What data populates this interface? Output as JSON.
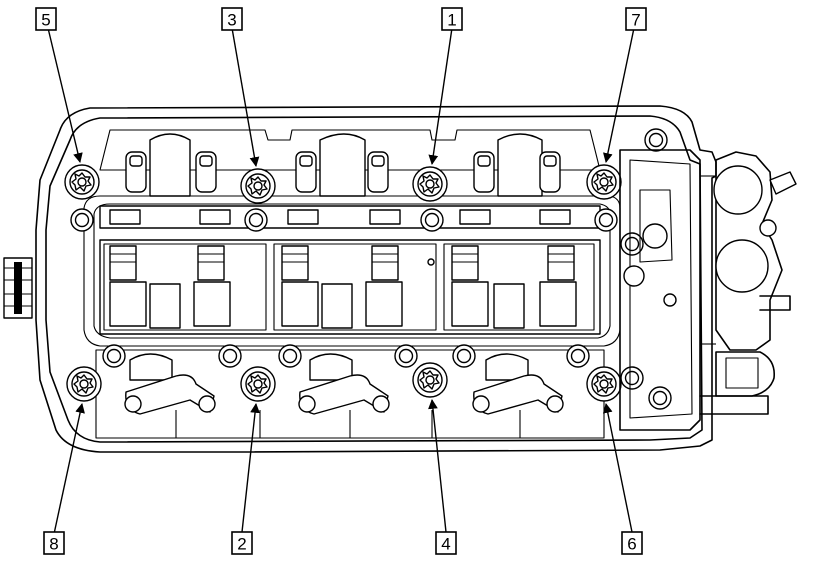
{
  "colors": {
    "line": "#000000",
    "background": "#ffffff"
  },
  "callouts": [
    {
      "id": "5",
      "label": "5"
    },
    {
      "id": "3",
      "label": "3"
    },
    {
      "id": "1",
      "label": "1"
    },
    {
      "id": "7",
      "label": "7"
    },
    {
      "id": "8",
      "label": "8"
    },
    {
      "id": "2",
      "label": "2"
    },
    {
      "id": "4",
      "label": "4"
    },
    {
      "id": "6",
      "label": "6"
    }
  ]
}
